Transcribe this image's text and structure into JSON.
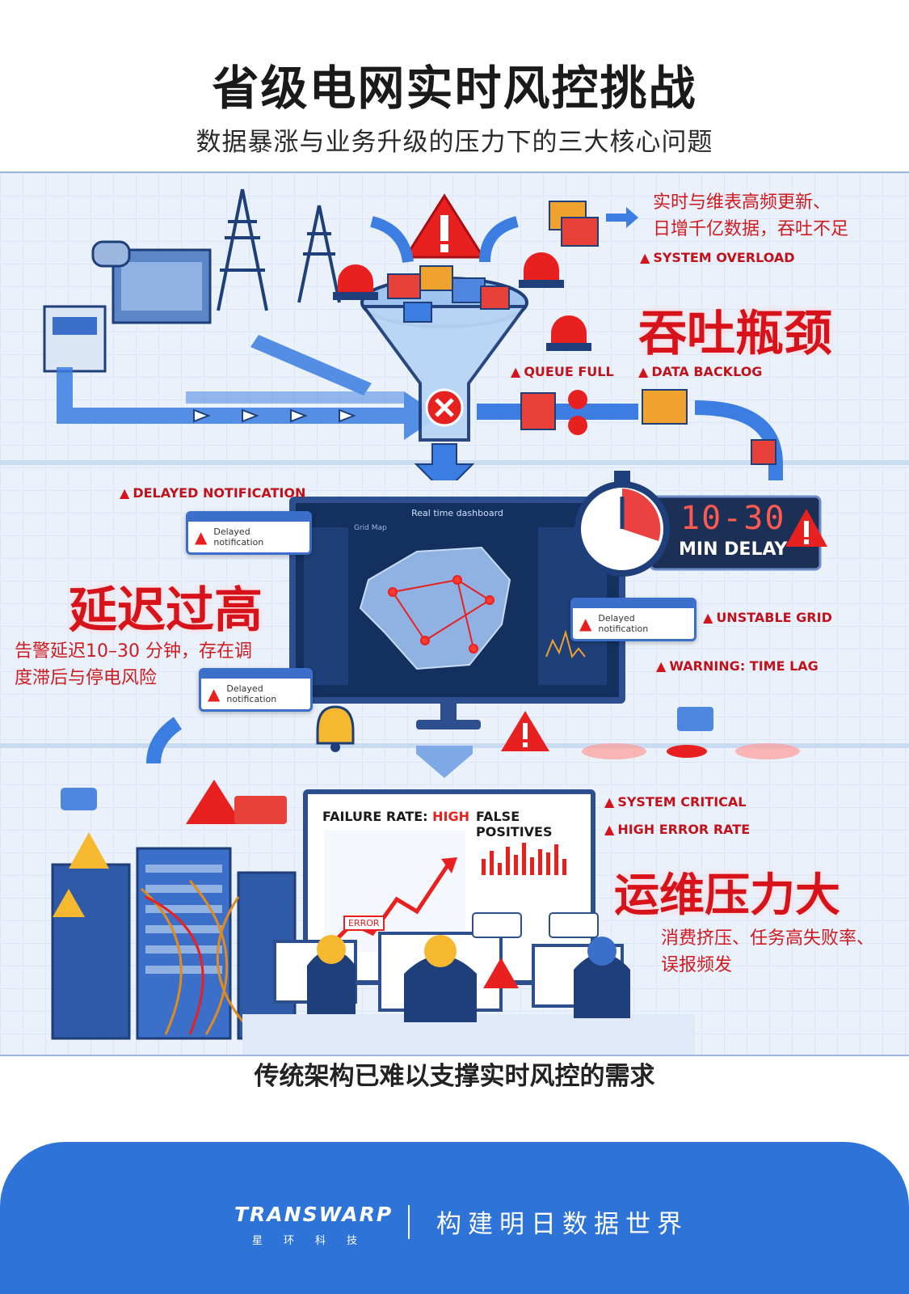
{
  "title": "省级电网实时风控挑战",
  "subtitle": "数据暴涨与业务升级的压力下的三大核心问题",
  "section1": {
    "heading": "吞吐瓶颈",
    "desc_line1": "实时与维表高频更新、",
    "desc_line2": "日增千亿数据，吞吐不足",
    "warnings": [
      "SYSTEM OVERLOAD",
      "QUEUE FULL",
      "DATA BACKLOG"
    ]
  },
  "section2": {
    "heading": "延迟过高",
    "desc_line1": "告警延迟10–30 分钟，存在调",
    "desc_line2": "度滞后与停电风险",
    "warnings": [
      "DELAYED NOTIFICATION",
      "UNSTABLE GRID",
      "WARNING: TIME LAG"
    ],
    "delay_value": "10-30",
    "delay_label": "MIN DELAY",
    "dashboard_title": "Real time dashboard",
    "dashboard_map_label": "Grid Map",
    "notification_label": "Delayed notification"
  },
  "section3": {
    "heading": "运维压力大",
    "desc_line1": "消费挤压、任务高失败率、",
    "desc_line2": "误报频发",
    "warnings": [
      "SYSTEM CRITICAL",
      "HIGH ERROR RATE"
    ],
    "failure_rate_label": "FAILURE RATE:",
    "failure_rate_value": "HIGH",
    "false_positives_label": "FALSE POSITIVES",
    "error_label": "ERROR"
  },
  "conclusion": "传统架构已难以支撑实时风控的需求",
  "footer": {
    "logo": "TRANSWARP",
    "logo_cn": "星环科技",
    "slogan": "构建明日数据世界"
  },
  "colors": {
    "accent_red": "#d8121a",
    "accent_blue": "#2e74d8",
    "panel_bg": "#eaf1fb"
  }
}
